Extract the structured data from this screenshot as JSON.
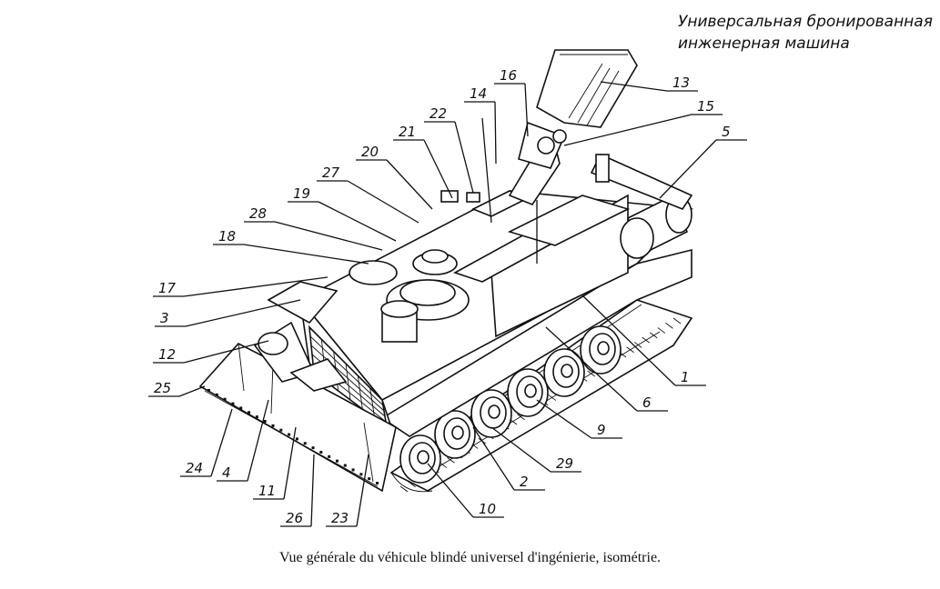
{
  "title_lines": [
    "Универсальная бронированная",
    "инженерная машина"
  ],
  "caption": "Vue générale du véhicule blindé universel d'ingénierie, isométrie.",
  "callouts": [
    "1",
    "2",
    "3",
    "4",
    "5",
    "6",
    "9",
    "10",
    "11",
    "12",
    "13",
    "14",
    "15",
    "16",
    "17",
    "18",
    "19",
    "20",
    "21",
    "22",
    "23",
    "24",
    "25",
    "26",
    "27",
    "28",
    "29"
  ]
}
